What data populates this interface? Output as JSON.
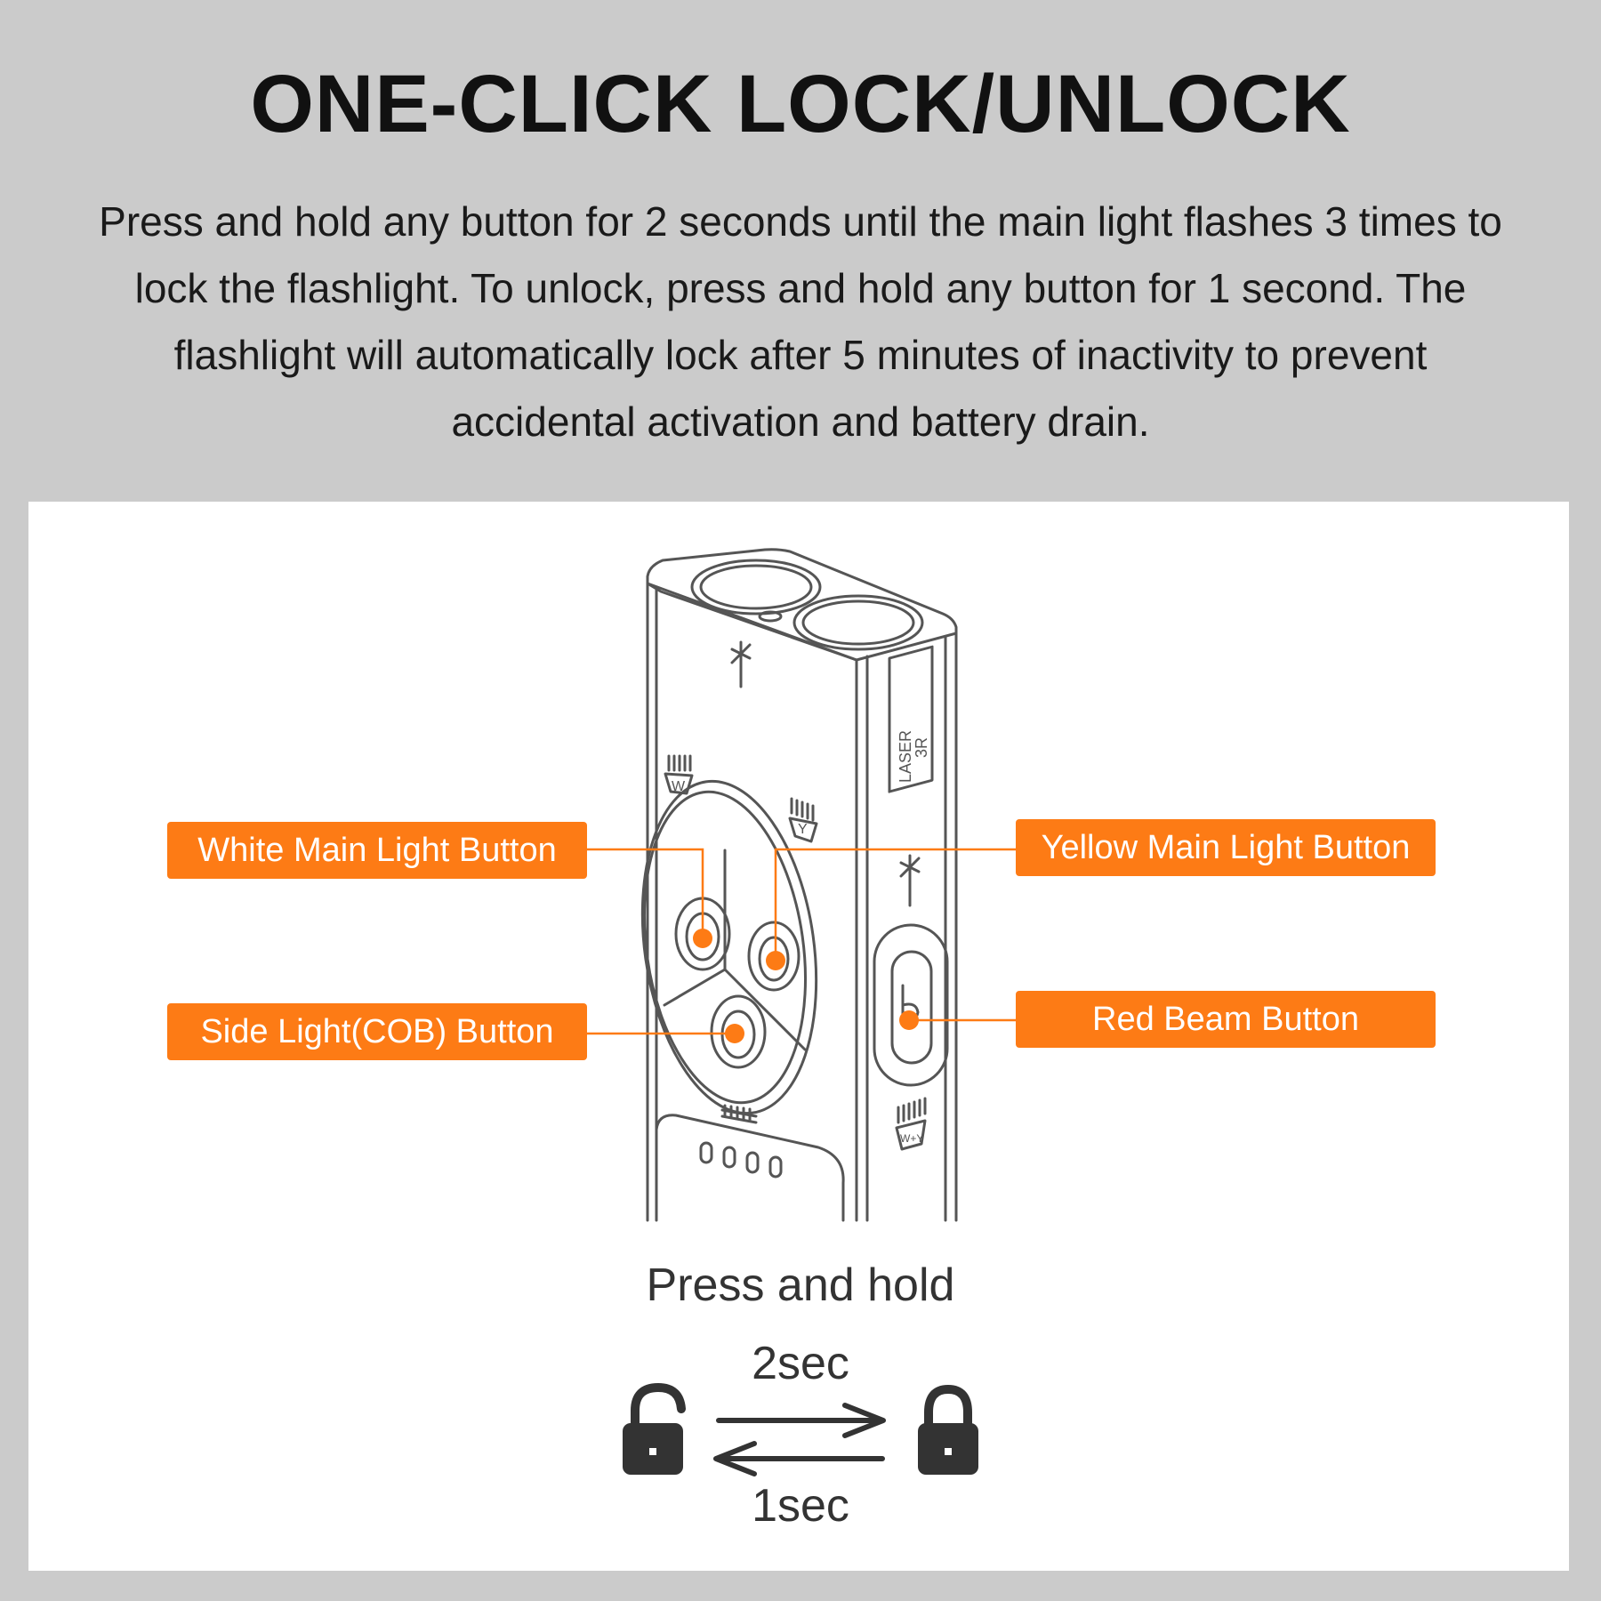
{
  "title": "ONE-CLICK LOCK/UNLOCK",
  "description": "Press and hold any button for 2 seconds until the main light flashes 3 times to lock the flashlight. To unlock, press and hold any button for 1 second. The flashlight will automatically lock after 5 minutes of inactivity to prevent accidental activation and battery drain.",
  "labels": {
    "white_main": "White Main Light Button",
    "yellow_main": "Yellow Main Light Button",
    "side_light": "Side Light(COB) Button",
    "red_beam": "Red Beam Button"
  },
  "device_marks": {
    "laser_line1": "LASER",
    "laser_line2": "3R",
    "w": "W",
    "y": "Y",
    "wy": "W+Y"
  },
  "lock_section": {
    "press_hold": "Press and hold",
    "lock_time": "2sec",
    "unlock_time": "1sec",
    "unlocked_icon": "unlocked-padlock-icon",
    "locked_icon": "locked-padlock-icon"
  },
  "colors": {
    "accent": "#fd7b15",
    "background": "#cbcbcb",
    "panel": "#ffffff",
    "line_art": "#555555"
  }
}
